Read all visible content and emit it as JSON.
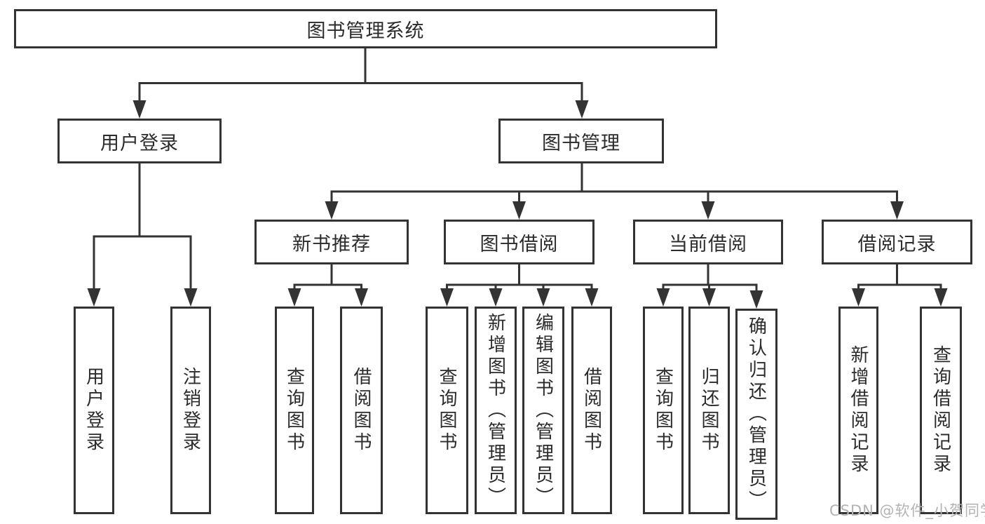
{
  "diagram": {
    "root": {
      "label": "图书管理系统"
    },
    "branches": [
      {
        "label": "用户登录",
        "children": [
          {
            "label": "用户登录"
          },
          {
            "label": "注销登录"
          }
        ]
      },
      {
        "label": "图书管理",
        "children": [
          {
            "label": "新书推荐",
            "children": [
              {
                "label": "查询图书"
              },
              {
                "label": "借阅图书"
              }
            ]
          },
          {
            "label": "图书借阅",
            "children": [
              {
                "label": "查询图书"
              },
              {
                "label": "新增图书（管理员）"
              },
              {
                "label": "编辑图书（管理员）"
              },
              {
                "label": "借阅图书"
              }
            ]
          },
          {
            "label": "当前借阅",
            "children": [
              {
                "label": "查询图书"
              },
              {
                "label": "归还图书"
              },
              {
                "label": "确认归还（管理员）"
              }
            ]
          },
          {
            "label": "借阅记录",
            "children": [
              {
                "label": "新增借阅记录"
              },
              {
                "label": "查询借阅记录"
              }
            ]
          }
        ]
      }
    ]
  },
  "watermark": {
    "text": "CSDN @软件_小贺同学"
  },
  "colors": {
    "line": "#333333",
    "box_border": "#333333",
    "text": "#2b2b2b",
    "background": "#ffffff",
    "watermark": "#b3b3b6"
  }
}
